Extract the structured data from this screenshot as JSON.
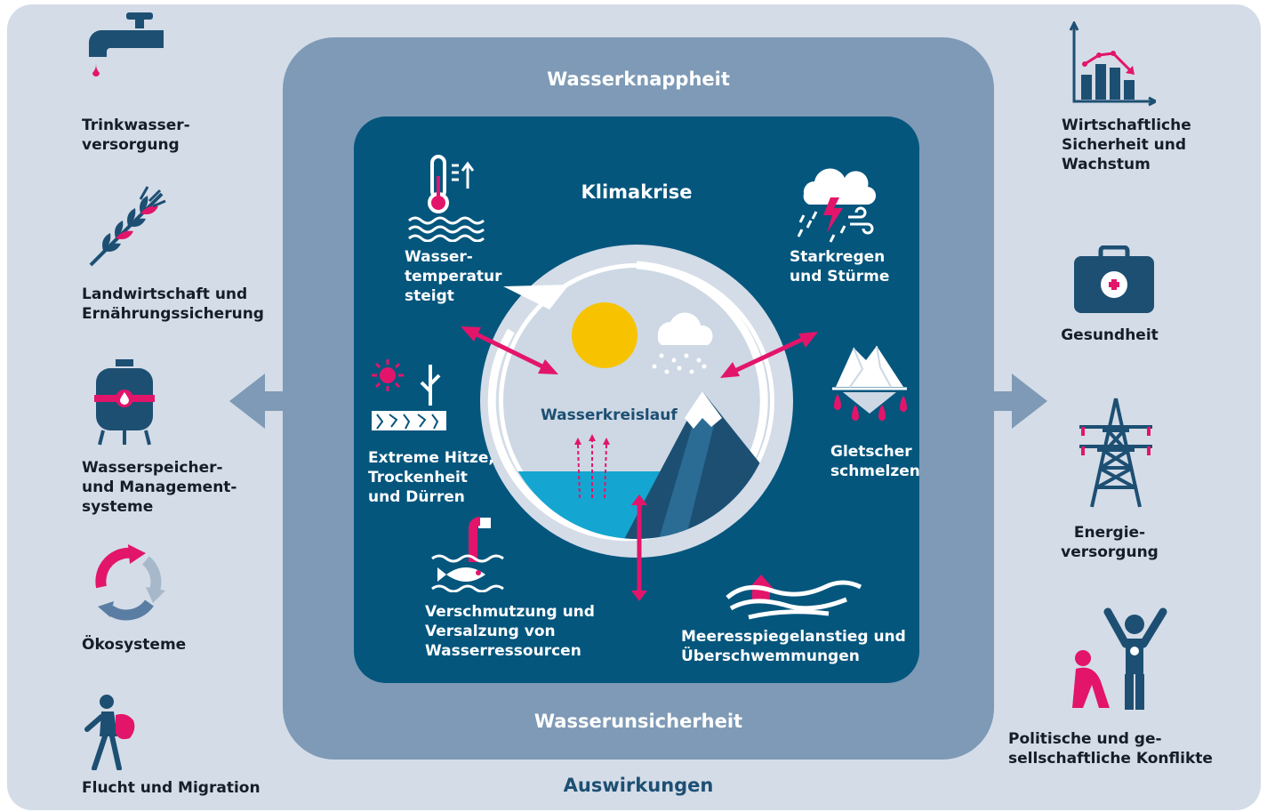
{
  "frame": {
    "outer_title": "Wasserknappheit",
    "outer_bottom": "Wasserunsicherheit",
    "inner_title": "Klimakrise",
    "footer": "Auswirkungen"
  },
  "cycle": {
    "label": "Wasserkreislauf"
  },
  "climate_effects": {
    "water_temp": [
      "Wasser-",
      "temperatur",
      "steigt"
    ],
    "storms": [
      "Starkregen",
      "und Stürme"
    ],
    "heat": [
      "Extreme Hitze,",
      "Trockenheit",
      "und Dürren"
    ],
    "glacier": [
      "Gletscher",
      "schmelzen"
    ],
    "pollution": [
      "Verschmutzung und",
      "Versalzung von",
      "Wasserressourcen"
    ],
    "sea_level": [
      "Meeresspiegelanstieg und",
      "Überschwemmungen"
    ]
  },
  "left_impacts": {
    "drinking_water": [
      "Trinkwasser-",
      "versorgung"
    ],
    "agriculture": [
      "Landwirtschaft und",
      "Ernährungssicherung"
    ],
    "storage": [
      "Wasserspeicher-",
      "und Management-",
      "systeme"
    ],
    "ecosystems": [
      "Ökosysteme"
    ],
    "migration": [
      "Flucht und Migration"
    ]
  },
  "right_impacts": {
    "economy": [
      "Wirtschaftliche",
      "Sicherheit und",
      "Wachstum"
    ],
    "health": [
      "Gesundheit"
    ],
    "energy": [
      "Energie-",
      "versorgung"
    ],
    "conflicts": [
      "Politische und ge-",
      "sellschaftliche Konflikte"
    ]
  },
  "colors": {
    "page_bg": "#d4dce7",
    "outer_box": "#7e9ab6",
    "inner_box": "#04567d",
    "accent_pink": "#e2156b",
    "sun": "#f7c300",
    "water": "#14a6d0",
    "icon_blue": "#1d4f73",
    "text_dark": "#141e28",
    "footer_text": "#1d4f73"
  }
}
